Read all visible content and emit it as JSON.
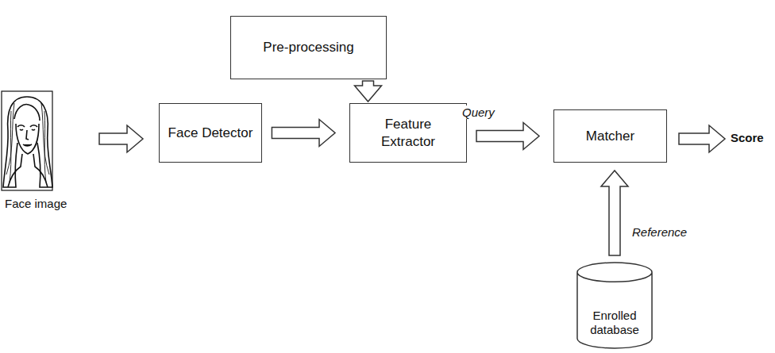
{
  "diagram": {
    "nodes": [
      {
        "text": [
          "Pre-processing"
        ]
      },
      {
        "text": [
          "Face Detector"
        ]
      },
      {
        "text": [
          "Feature Extractor"
        ]
      },
      {
        "text": [
          "Matcher"
        ]
      },
      {
        "text": [
          "Enrolled database"
        ]
      }
    ],
    "edges": [
      {
        "from": 1,
        "to": 2,
        "arrow": "to"
      },
      {
        "from": 0,
        "to": 2,
        "arrow": "to"
      },
      {
        "from": 2,
        "to": 3,
        "label": "Query",
        "arrow": "to"
      },
      {
        "from": 4,
        "to": 3,
        "label": "Reference",
        "arrow": "to"
      }
    ],
    "labels": [
      "Face image",
      "Score"
    ]
  }
}
